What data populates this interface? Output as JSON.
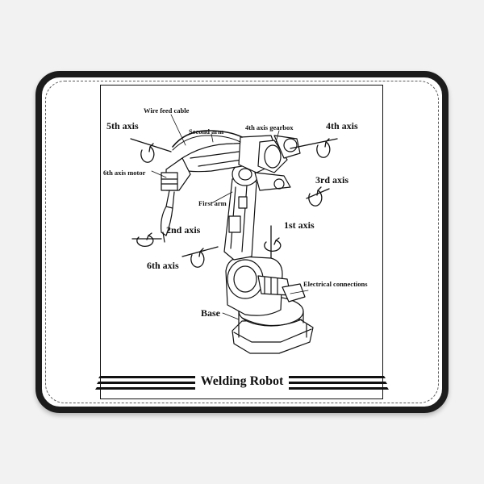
{
  "title": "Welding Robot",
  "labels": {
    "wire_feed_cable": "Wire feed cable",
    "fifth_axis": "5th axis",
    "second_arm": "Second arm",
    "fourth_axis_gearbox": "4th axis gearbox",
    "fourth_axis": "4th axis",
    "sixth_axis_motor": "6th axis motor",
    "third_axis": "3rd axis",
    "first_arm": "First arm",
    "second_axis": "2nd axis",
    "first_axis": "1st axis",
    "sixth_axis": "6th axis",
    "electrical_connections": "Electrical connections",
    "base": "Base"
  },
  "colors": {
    "pad_border": "#1c1c1c",
    "pad_face": "#ffffff",
    "ink": "#111111",
    "background": "#f2f2f2"
  }
}
